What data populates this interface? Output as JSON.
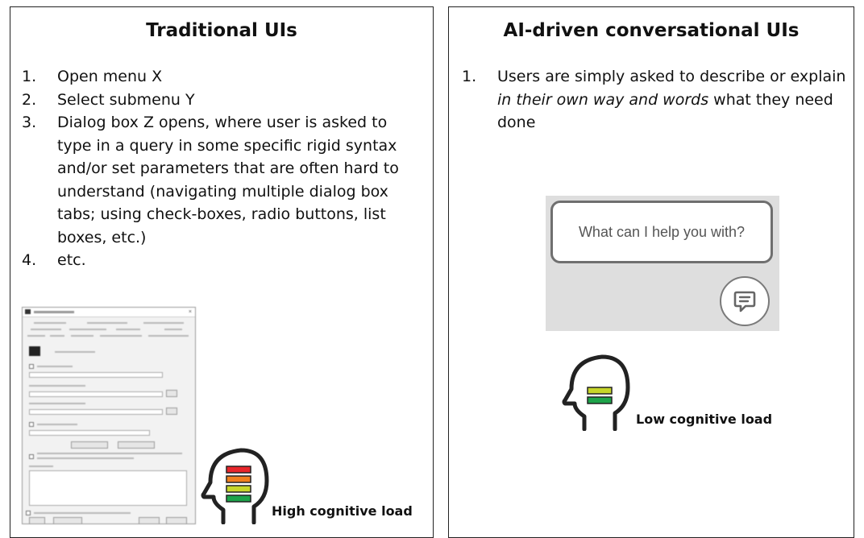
{
  "left_panel": {
    "title": "Traditional UIs",
    "steps": [
      {
        "num": "1.",
        "text": "Open menu X"
      },
      {
        "num": "2.",
        "text": "Select submenu Y"
      },
      {
        "num": "3.",
        "text": "Dialog box Z opens, where user is asked to type in a query in some specific rigid syntax and/or set parameters that are often hard to understand (navigating multiple dialog box tabs; using check-boxes, radio buttons, list boxes, etc.)"
      },
      {
        "num": "4.",
        "text": "etc."
      }
    ],
    "load_label": "High cognitive load",
    "load_bar_colors": [
      "#e8262b",
      "#f07f1f",
      "#c7d62a",
      "#1da34a"
    ]
  },
  "right_panel": {
    "title": "AI-driven conversational UIs",
    "step": {
      "num": "1.",
      "text_before": "Users are simply asked to describe or explain ",
      "text_italic": "in their own way and words",
      "text_after": " what they need done"
    },
    "chat_prompt": "What can I help you with?",
    "load_label": "Low cognitive load",
    "load_bar_colors": [
      "#c7d62a",
      "#1da34a"
    ]
  }
}
